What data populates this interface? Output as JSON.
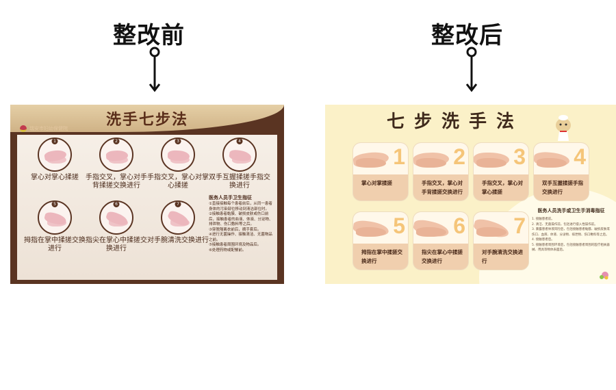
{
  "labels": {
    "before": "整改前",
    "after": "整改后"
  },
  "before": {
    "title": "洗手七步法",
    "hospital": "瑞安市妇幼保健院",
    "steps": [
      {
        "num": "1",
        "text": "掌心对掌心揉搓"
      },
      {
        "num": "2",
        "text": "手指交叉，掌心对手背揉搓交换进行"
      },
      {
        "num": "3",
        "text": "手指交叉，掌心对掌心揉搓"
      },
      {
        "num": "4",
        "text": "双手互握揉搓手指交换进行"
      },
      {
        "num": "5",
        "text": "拇指在掌中揉搓交换进行"
      },
      {
        "num": "6",
        "text": "指尖在掌心中揉搓交换进行"
      },
      {
        "num": "7",
        "text": "对手腕清洗交换进行"
      }
    ],
    "guide_title": "医务人员手卫生指征",
    "guide": [
      "①直接接触每个患者前后，从同一患者身体的污染部位移动到清洁部位时。",
      "②接触患者黏膜、破损皮肤或伤口前后，接触患者的血液、体液、分泌物、排泄物、伤口敷料等之后。",
      "③穿脱隔离衣前后，摘手套后。",
      "④进行无菌操作、接触清洁、无菌物品之前。",
      "⑤接触患者周围环境及物品后。",
      "⑥处理药物或配餐前。"
    ]
  },
  "after": {
    "title": "七步洗手法",
    "steps": [
      {
        "num": "1",
        "text": "掌心对掌揉搓"
      },
      {
        "num": "2",
        "text": "手指交叉，掌心对手背揉搓交换进行"
      },
      {
        "num": "3",
        "text": "手指交叉，掌心对掌心揉搓"
      },
      {
        "num": "4",
        "text": "双手互握揉搓手指交换进行"
      },
      {
        "num": "5",
        "text": "拇指在掌中揉搓交换进行"
      },
      {
        "num": "6",
        "text": "指尖在掌心中揉搓交换进行"
      },
      {
        "num": "7",
        "text": "对手腕清洗交换进行"
      }
    ],
    "guide_title": "医务人员洗手或卫生手消毒指征",
    "guide": [
      "1. 接触患者前。",
      "2. 清洁、无菌操作前，包括进行侵入性操作前。",
      "3. 暴露患者体液风险后，包括接触患者黏膜、破损皮肤或伤口、血液、体液、分泌物、排泄物、伤口敷料等之后。",
      "4. 接触患者后。",
      "5. 接触患者周围环境后，包括接触患者周围的医疗相关器械、用具等物体表面后。"
    ]
  },
  "colors": {
    "brown": "#5a3422",
    "cream": "#fbf1c8",
    "number": "#f5c579",
    "card": "#f0cfae"
  }
}
